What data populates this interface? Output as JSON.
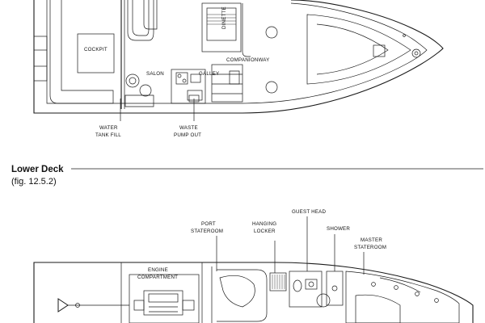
{
  "upper_deck": {
    "labels": {
      "cockpit": "COCKPIT",
      "salon": "SALON",
      "galley": "GALLEY",
      "dinette": "DINETTE",
      "companionway": "COMPANIONWAY",
      "water_tank_fill_1": "WATER",
      "water_tank_fill_2": "TANK FILL",
      "waste_pump_out_1": "WASTE",
      "waste_pump_out_2": "PUMP OUT"
    }
  },
  "lower_deck": {
    "heading": "Lower Deck",
    "figure": "(fig. 12.5.2)",
    "labels": {
      "port_stateroom_1": "PORT",
      "port_stateroom_2": "STATEROOM",
      "hanging_locker_1": "HANGING",
      "hanging_locker_2": "LOCKER",
      "guest_head": "GUEST HEAD",
      "shower": "SHOWER",
      "master_stateroom_1": "MASTER",
      "master_stateroom_2": "STATEROOM",
      "engine_compartment_1": "ENGINE",
      "engine_compartment_2": "COMPARTMENT"
    }
  }
}
